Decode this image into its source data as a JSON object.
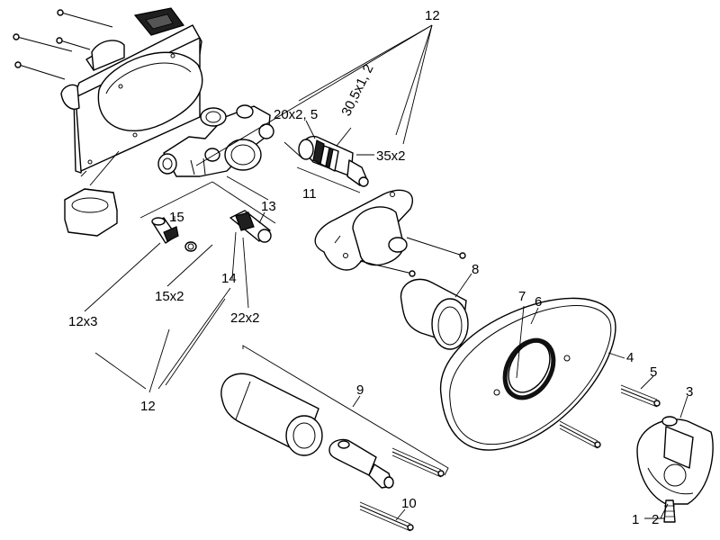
{
  "labels": {
    "l12_top": "12",
    "l20x25": "20x2, 5",
    "l305x12": "30,5x1, 2",
    "l35x2": "35x2",
    "l11": "11",
    "l15": "15",
    "l13": "13",
    "l12x3": "12x3",
    "l15x2": "15x2",
    "l14": "14",
    "l22x2": "22x2",
    "l12_bottom": "12",
    "l8": "8",
    "l7": "7",
    "l6": "6",
    "l4": "4",
    "l5": "5",
    "l3": "3",
    "l9": "9",
    "l10": "10",
    "l1": "1",
    "l2": "2"
  }
}
